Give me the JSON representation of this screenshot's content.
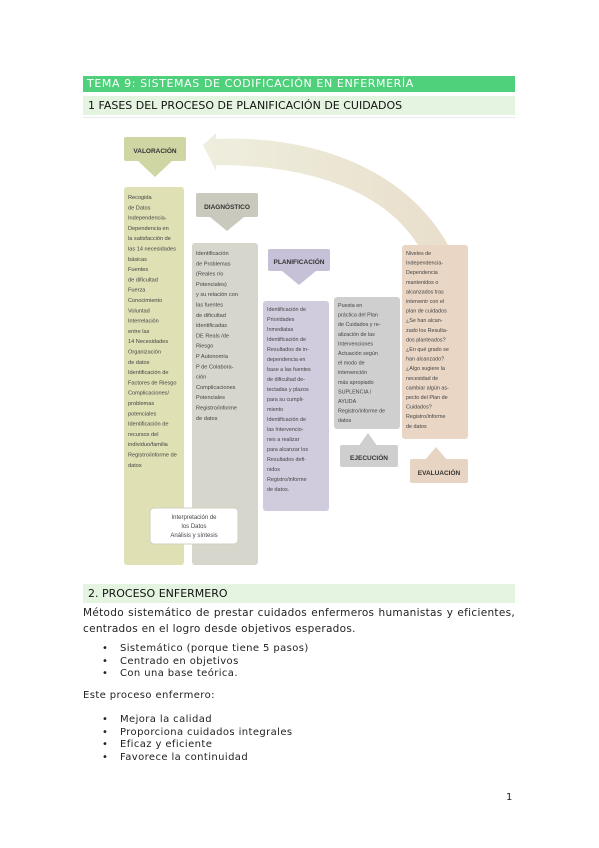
{
  "header": {
    "title": "TEMA 9: SISTEMAS DE CODIFICACIÓN EN ENFERMERÍA",
    "section1": "1 FASES DEL PROCESO DE PLANIFICACIÓN DE CUIDADOS",
    "section2": "2. PROCESO ENFERMERO"
  },
  "diagram": {
    "valoracion": "VALORACIÓN",
    "diagnostico": "DIAGNÓSTICO",
    "planificacion": "PLANIFICACIÓN",
    "ejecucion": "EJECUCIÓN",
    "evaluacion": "EVALUACIÓN",
    "col1": [
      "Recogida",
      "de Datos",
      "Independencia-",
      "Dependencia en",
      "la satisfacción de",
      "las 14 necesidades",
      "básicas",
      "Fuentes",
      "de dificultad",
      "Fuerza",
      "Conocimiento",
      "Voluntad",
      "Interrelación",
      "entre las",
      "14 Necesidades",
      "Organización",
      "de datos",
      "Identificación de",
      "Factores de Riesgo",
      "Complicaciones/",
      "problemas",
      "potenciales",
      "Identificación de",
      "recursos del",
      "individuo/familia",
      "Registro/informe de",
      "datos"
    ],
    "interpretacion": [
      "Interpretación de",
      "los Datos",
      "Análisis y síntesis"
    ],
    "col2": [
      "Identificación",
      "de Problemas",
      "(Reales r/o",
      "Potenciales)",
      "y su relación con",
      "las fuentes",
      "de dificultad",
      "identificadas",
      "DE Reals /de",
      "Riesgo",
      "P Autonomía",
      "P de Colabora-",
      "ción",
      "Complicaciones",
      "Potenciales",
      "Registro/informe",
      "de datos"
    ],
    "col3": [
      "Identificación de",
      "Prioridades",
      "Inmediatas",
      "Identificación de",
      "Resultados de in-",
      "dependencia en",
      "base a las fuentes",
      "de dificultad de-",
      "tectadas y plazos",
      "para su cumpli-",
      "miento",
      "Identificación de",
      "las Intervencio-",
      "nes a realizar",
      "para alcanzar los",
      "Resultados defi-",
      "nidos",
      "Registro/informe",
      "de datos."
    ],
    "col4": [
      "Puesta en",
      "práctica del Plan",
      "de Cuidados y re-",
      "alización de las",
      "Intervenciones",
      "Actuación según",
      "el modo de",
      "intervención",
      "más apropiado",
      "SUPLENCIA /",
      "AYUDA",
      "Registro/informe de",
      "datos"
    ],
    "col5": [
      "Niveles de",
      "Independencia-",
      "Dependencia",
      "mantenidos o",
      "alcanzados tras",
      "intervenir con el",
      "plan de cuidados",
      "¿Se han alcan-",
      "zado los Resulta-",
      "dos planteados?",
      "¿En qué grado se",
      "han alcanzado?",
      "¿Algo sugiere la",
      "necesidad de",
      "cambiar algún as-",
      "pecto del Plan de",
      "Cuidados?",
      "Registro/informe",
      "de datos"
    ]
  },
  "body": {
    "definition": "Método sistemático de prestar cuidados enfermeros humanistas y eficientes, centrados en el logro desde objetivos esperados.",
    "list1": [
      "Sistemático (porque tiene 5 pasos)",
      "Centrado en objetivos",
      "Con una base teórica."
    ],
    "intro2": "Este proceso enfermero:",
    "list2": [
      "Mejora la calidad",
      "Proporciona cuidados integrales",
      "Eficaz y eficiente",
      "Favorece la continuidad"
    ],
    "bullet": "•",
    "page_number": "1"
  }
}
